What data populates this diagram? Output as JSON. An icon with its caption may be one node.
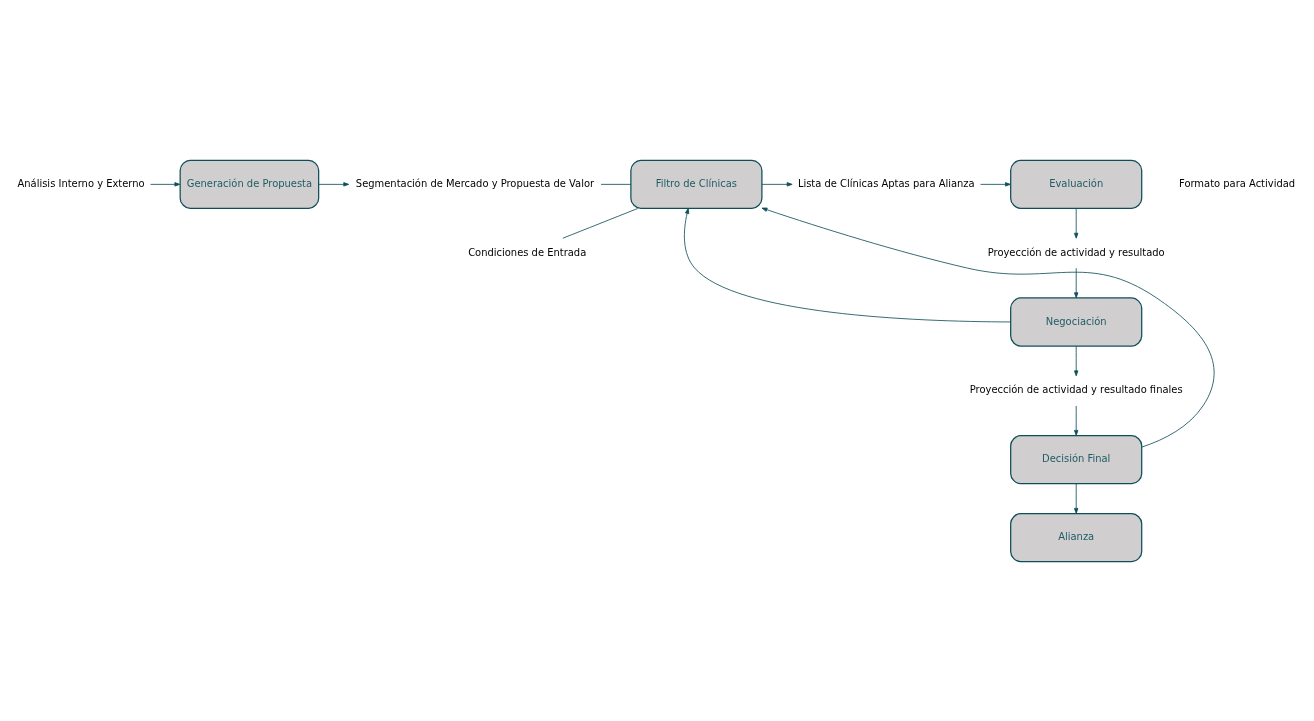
{
  "diagram": {
    "nodes": [
      {
        "text": [
          "Análisis Interno y Externo"
        ]
      },
      {
        "text": [
          "Generación de Propuesta"
        ]
      },
      {
        "text": [
          "Segmentación de Mercado y Propuesta de Valor"
        ]
      },
      {
        "text": [
          "Condiciones de Entrada"
        ]
      },
      {
        "text": [
          "Filtro de Clínicas"
        ]
      },
      {
        "text": [
          "Lista de Clínicas Aptas para Alianza"
        ]
      },
      {
        "text": [
          "Formato para Actividad"
        ]
      },
      {
        "text": [
          "Evaluación"
        ]
      },
      {
        "text": [
          "Proyección de actividad y resultado"
        ]
      },
      {
        "text": [
          "Negociación"
        ]
      },
      {
        "text": [
          "Proyección de actividad y resultado finales"
        ]
      },
      {
        "text": [
          "Decisión Final"
        ]
      },
      {
        "text": [
          "Alianza"
        ]
      }
    ],
    "edges": [
      {
        "from": 0,
        "to": 1,
        "arrow": "to"
      },
      {
        "from": 1,
        "to": 2,
        "arrow": "to"
      },
      {
        "from": 2,
        "to": 4,
        "arrow": "none"
      },
      {
        "from": 3,
        "to": 4,
        "arrow": "none"
      },
      {
        "from": 4,
        "to": 5,
        "arrow": "to"
      },
      {
        "from": 5,
        "to": 7,
        "arrow": "to"
      },
      {
        "from": 7,
        "to": 8,
        "arrow": "to"
      },
      {
        "from": 8,
        "to": 9,
        "arrow": "to"
      },
      {
        "from": 9,
        "to": 4,
        "arrow": "to"
      },
      {
        "from": 9,
        "to": 10,
        "arrow": "to"
      },
      {
        "from": 10,
        "to": 11,
        "arrow": "to"
      },
      {
        "from": 11,
        "to": 4,
        "arrow": "to"
      },
      {
        "from": 11,
        "to": 12,
        "arrow": "to"
      }
    ]
  }
}
